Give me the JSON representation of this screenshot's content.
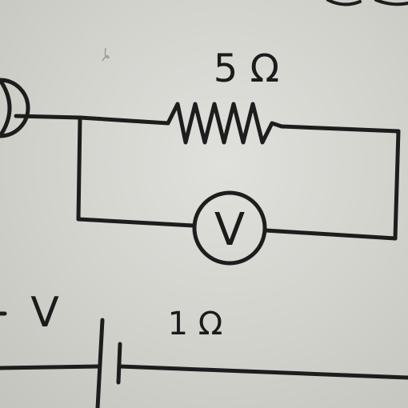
{
  "diagram": {
    "resistor_top_label": "5 Ω",
    "voltmeter_symbol": "V",
    "battery_label": "V",
    "resistor_bottom_label": "1 Ω"
  },
  "colors": {
    "ink": "#1d1d1d",
    "paper": "#d6d6d1"
  }
}
